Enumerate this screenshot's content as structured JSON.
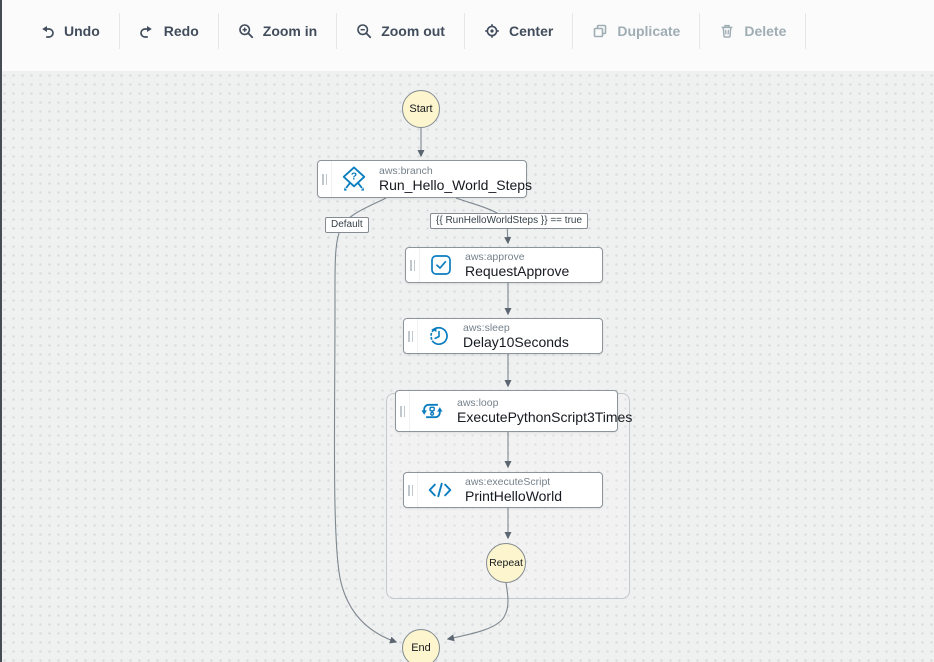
{
  "toolbar": {
    "buttons": [
      {
        "label": "Undo",
        "icon": "undo-icon",
        "enabled": true
      },
      {
        "label": "Redo",
        "icon": "redo-icon",
        "enabled": true
      },
      {
        "label": "Zoom in",
        "icon": "zoom-in-icon",
        "enabled": true
      },
      {
        "label": "Zoom out",
        "icon": "zoom-out-icon",
        "enabled": true
      },
      {
        "label": "Center",
        "icon": "center-icon",
        "enabled": true
      },
      {
        "label": "Duplicate",
        "icon": "duplicate-icon",
        "enabled": false
      },
      {
        "label": "Delete",
        "icon": "delete-icon",
        "enabled": false
      }
    ]
  },
  "canvas": {
    "terminals": {
      "start": "Start",
      "repeat": "Repeat",
      "end": "End"
    },
    "edge_labels": {
      "default": "Default",
      "condition": "{{ RunHelloWorldSteps }} == true"
    },
    "nodes": [
      {
        "type": "aws:branch",
        "name": "Run_Hello_World_Steps",
        "icon": "branch-icon",
        "icon_glyph": "?"
      },
      {
        "type": "aws:approve",
        "name": "RequestApprove",
        "icon": "approve-icon"
      },
      {
        "type": "aws:sleep",
        "name": "Delay10Seconds",
        "icon": "sleep-icon"
      },
      {
        "type": "aws:loop",
        "name": "ExecutePythonScript3Times",
        "icon": "loop-icon"
      },
      {
        "type": "aws:executeScript",
        "name": "PrintHelloWorld",
        "icon": "execute-script-icon"
      }
    ],
    "colors": {
      "icon_blue": "#0a7dbf",
      "terminal_fill": "#fcf5cd",
      "edge_line": "#7e8890",
      "arrowhead": "#5b6670",
      "canvas_bg": "#eff0f0"
    }
  }
}
